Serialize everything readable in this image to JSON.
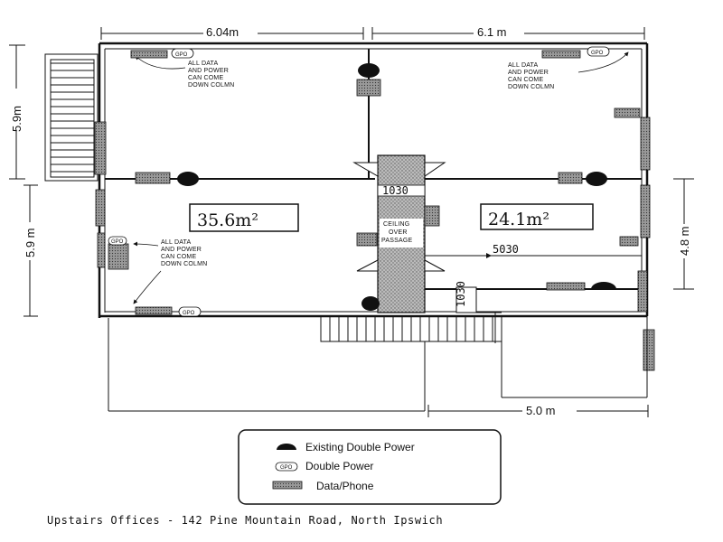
{
  "dimensions": {
    "top_left": "6.04m",
    "top_right": "6.1 m",
    "left_upper": "5.9m",
    "left_lower": "5.9 m",
    "right": "4.8 m",
    "bottom": "5.0 m"
  },
  "rooms": {
    "left_area": "35.6m²",
    "right_area": "24.1m²"
  },
  "notes": {
    "data_power_line1": "ALL DATA",
    "data_power_line2": "AND POWER",
    "data_power_line3": "CAN COME",
    "data_power_line4": "DOWN COLMN",
    "ceiling_line1": "CEILING",
    "ceiling_line2": "OVER",
    "ceiling_line3": "PASSAGE",
    "gpo": "GPO"
  },
  "doors": {
    "central": "1030",
    "right_room": "5030",
    "small": "1030"
  },
  "legend": {
    "existing_double_power": "Existing Double Power",
    "double_power": "Double Power",
    "data_phone": "Data/Phone"
  },
  "caption": "Upstairs Offices - 142 Pine Mountain Road, North Ipswich"
}
